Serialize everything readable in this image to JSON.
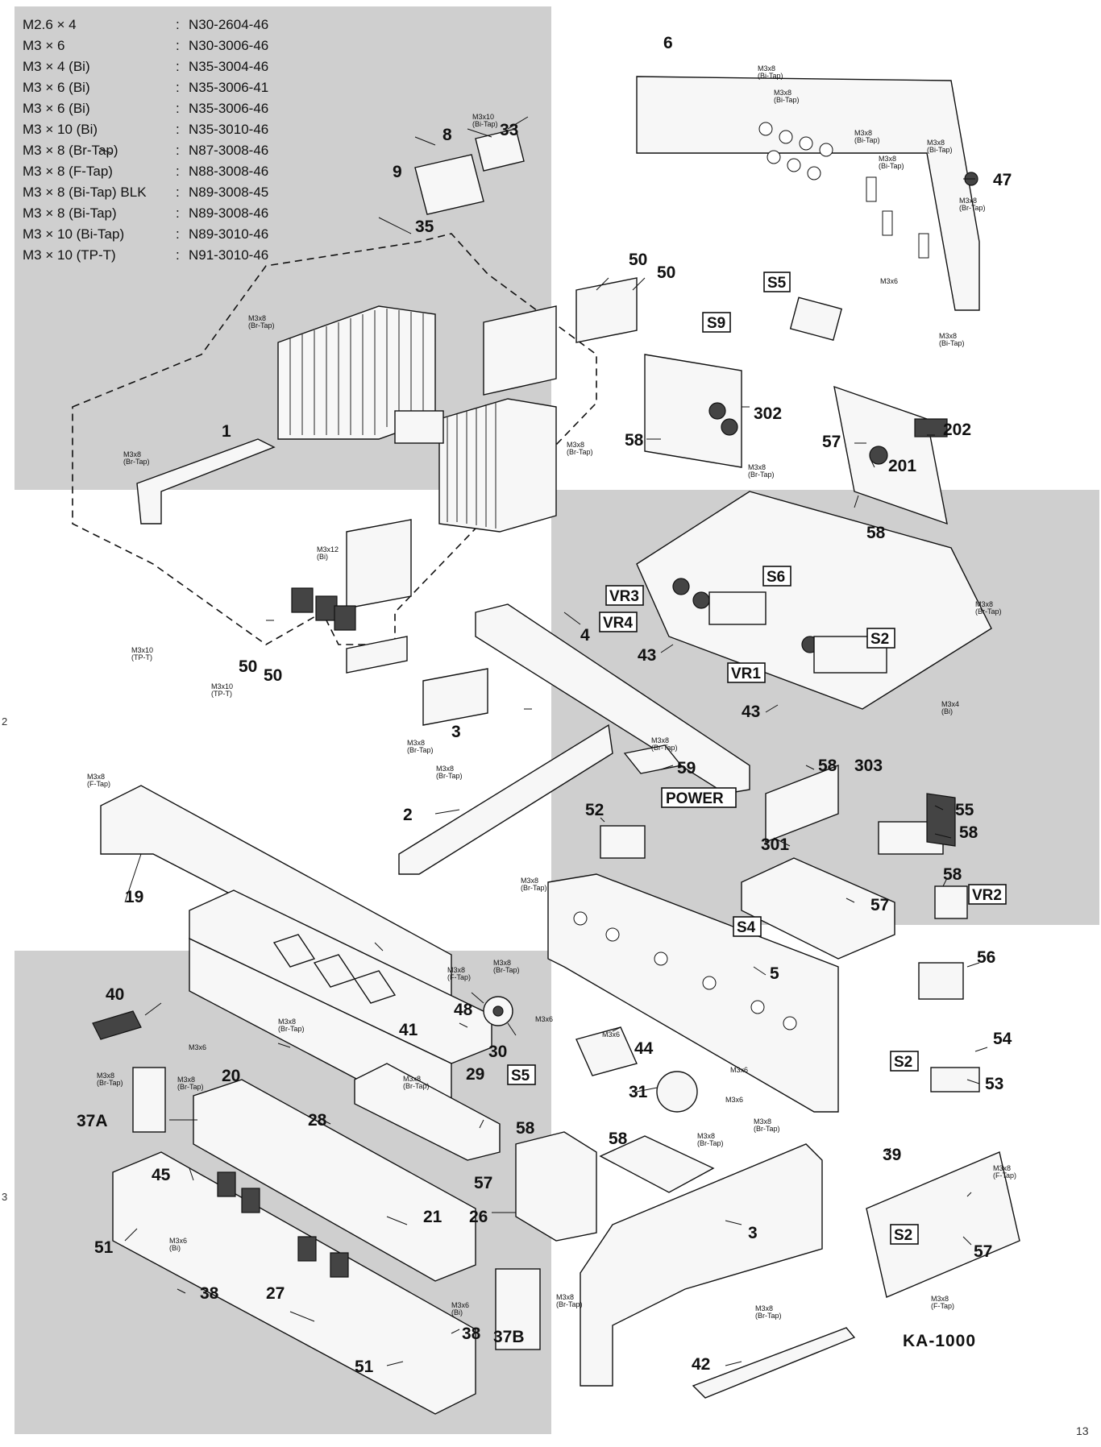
{
  "screw_table": [
    {
      "spec": "M2.6 × 4",
      "part_no": "N30-2604-46"
    },
    {
      "spec": "M3 × 6",
      "part_no": "N30-3006-46"
    },
    {
      "spec": "M3 × 4 (Bi)",
      "part_no": "N35-3004-46"
    },
    {
      "spec": "M3 × 6 (Bi)",
      "part_no": "N35-3006-41"
    },
    {
      "spec": "M3 × 6 (Bi)",
      "part_no": "N35-3006-46"
    },
    {
      "spec": "M3 × 10 (Bi)",
      "part_no": "N35-3010-46"
    },
    {
      "spec": "M3 × 8 (Br-Tap)",
      "part_no": "N87-3008-46"
    },
    {
      "spec": "M3 × 8 (F-Tap)",
      "part_no": "N88-3008-46"
    },
    {
      "spec": "M3 × 8 (Bi-Tap) BLK",
      "part_no": "N89-3008-45"
    },
    {
      "spec": "M3 × 8 (Bi-Tap)",
      "part_no": "N89-3008-46"
    },
    {
      "spec": "M3 × 10 (Bi-Tap)",
      "part_no": "N89-3010-46"
    },
    {
      "spec": "M3 × 10 (TP-T)",
      "part_no": "N91-3010-46"
    }
  ],
  "colon": ":",
  "model": "KA-1000",
  "page_number": "13",
  "edge_marks": [
    "2",
    "3"
  ],
  "callouts": {
    "c6": "6",
    "c47": "47",
    "c8": "8",
    "c33": "33",
    "c9": "9",
    "c35": "35",
    "c50a": "50",
    "c50b": "50",
    "c50c": "50",
    "c50d": "50",
    "c302": "302",
    "c58a": "58",
    "c57a": "57",
    "c202": "202",
    "c201": "201",
    "c1": "1",
    "c58b": "58",
    "c4": "4",
    "c43a": "43",
    "c43b": "43",
    "c3a": "3",
    "c2": "2",
    "c59": "59",
    "c58c": "58",
    "c303": "303",
    "c52": "52",
    "c301": "301",
    "c55": "55",
    "c58d": "58",
    "c58e": "58",
    "c19": "19",
    "c57b": "57",
    "c5": "5",
    "c56": "56",
    "c40": "40",
    "c48": "48",
    "c41": "41",
    "c44": "44",
    "c30": "30",
    "c20": "20",
    "c29": "29",
    "c31": "31",
    "c54": "54",
    "c53": "53",
    "c37a": "37A",
    "c28": "28",
    "c58f": "58",
    "c58g": "58",
    "c39": "39",
    "c45": "45",
    "c57c": "57",
    "c26": "26",
    "c21": "21",
    "c3b": "3",
    "c51a": "51",
    "c57d": "57",
    "c38a": "38",
    "c27": "27",
    "c38b": "38",
    "c37b": "37B",
    "c51b": "51",
    "c42": "42"
  },
  "boxed_labels": {
    "s5a": "S5",
    "s9": "S9",
    "s6": "S6",
    "vr3": "VR3",
    "vr4": "VR4",
    "vr1": "VR1",
    "s2a": "S2",
    "power": "POWER",
    "s4": "S4",
    "vr2": "VR2",
    "s5b": "S5",
    "s2b": "S2",
    "s2c": "S2"
  },
  "screw_notes": {
    "n1": "M3x8",
    "n1b": "(Bi-Tap)",
    "n2": "M3x8",
    "n2b": "(Bi-Tap)",
    "n3": "M3x8",
    "n3b": "(Bi-Tap)",
    "n4": "M3x8",
    "n4b": "(Bi-Tap)",
    "n5": "M3x8",
    "n5b": "(Bi-Tap)",
    "n6": "M3x8",
    "n6b": "(Br-Tap)",
    "n7": "M3x10",
    "n7b": "(Bi-Tap)",
    "n8": "M3x6",
    "n9": "M3x8",
    "n9b": "(Bi-Tap)",
    "n10": "M3x8",
    "n10b": "(Br-Tap)",
    "n11": "M3x8",
    "n11b": "(Br-Tap)",
    "n12": "M3x8",
    "n12b": "(Br-Tap)",
    "n13": "M3x8",
    "n13b": "(Br-Tap)",
    "n14": "M3x12",
    "n14b": "(Bi)",
    "n15": "M3x10",
    "n15b": "(TP-T)",
    "n16": "M3x10",
    "n16b": "(TP-T)",
    "n17": "M3x8",
    "n17b": "(Br-Tap)",
    "n18": "M3x4",
    "n18b": "(Bi)",
    "n19": "M3x8",
    "n19b": "(Br-Tap)",
    "n20": "M3x8",
    "n20b": "(Br-Tap)",
    "n21": "M3x8",
    "n21b": "(Br-Tap)",
    "n22": "M3x8",
    "n22b": "(F-Tap)",
    "n23": "M3x8",
    "n23b": "(Br-Tap)",
    "n24": "M3x8",
    "n24b": "(F-Tap)",
    "n25": "M3x8",
    "n25b": "(Br-Tap)",
    "n26": "M3x6",
    "n27": "M3x6",
    "n28": "M3x6",
    "n29": "M3x6",
    "n30": "M3x6",
    "n31": "M3x8",
    "n31b": "(Br-Tap)",
    "n32": "M3x8",
    "n32b": "(Br-Tap)",
    "n33": "M3x8",
    "n33b": "(Br-Tap)",
    "n34": "M3x8",
    "n34b": "(Br-Tap)",
    "n35": "M3x8",
    "n35b": "(Br-Tap)",
    "n36": "M3x6",
    "n36b": "(Bi)",
    "n37": "M3x8",
    "n37b": "(Br-Tap)",
    "n38": "M3x6",
    "n38b": "(Bi)",
    "n39": "M3x8",
    "n39b": "(Br-Tap)",
    "n40": "M3x8",
    "n40b": "(F-Tap)",
    "n41": "M3x8",
    "n41b": "(F-Tap)",
    "n42": "M3x8",
    "n42b": "(Br-Tap)"
  }
}
